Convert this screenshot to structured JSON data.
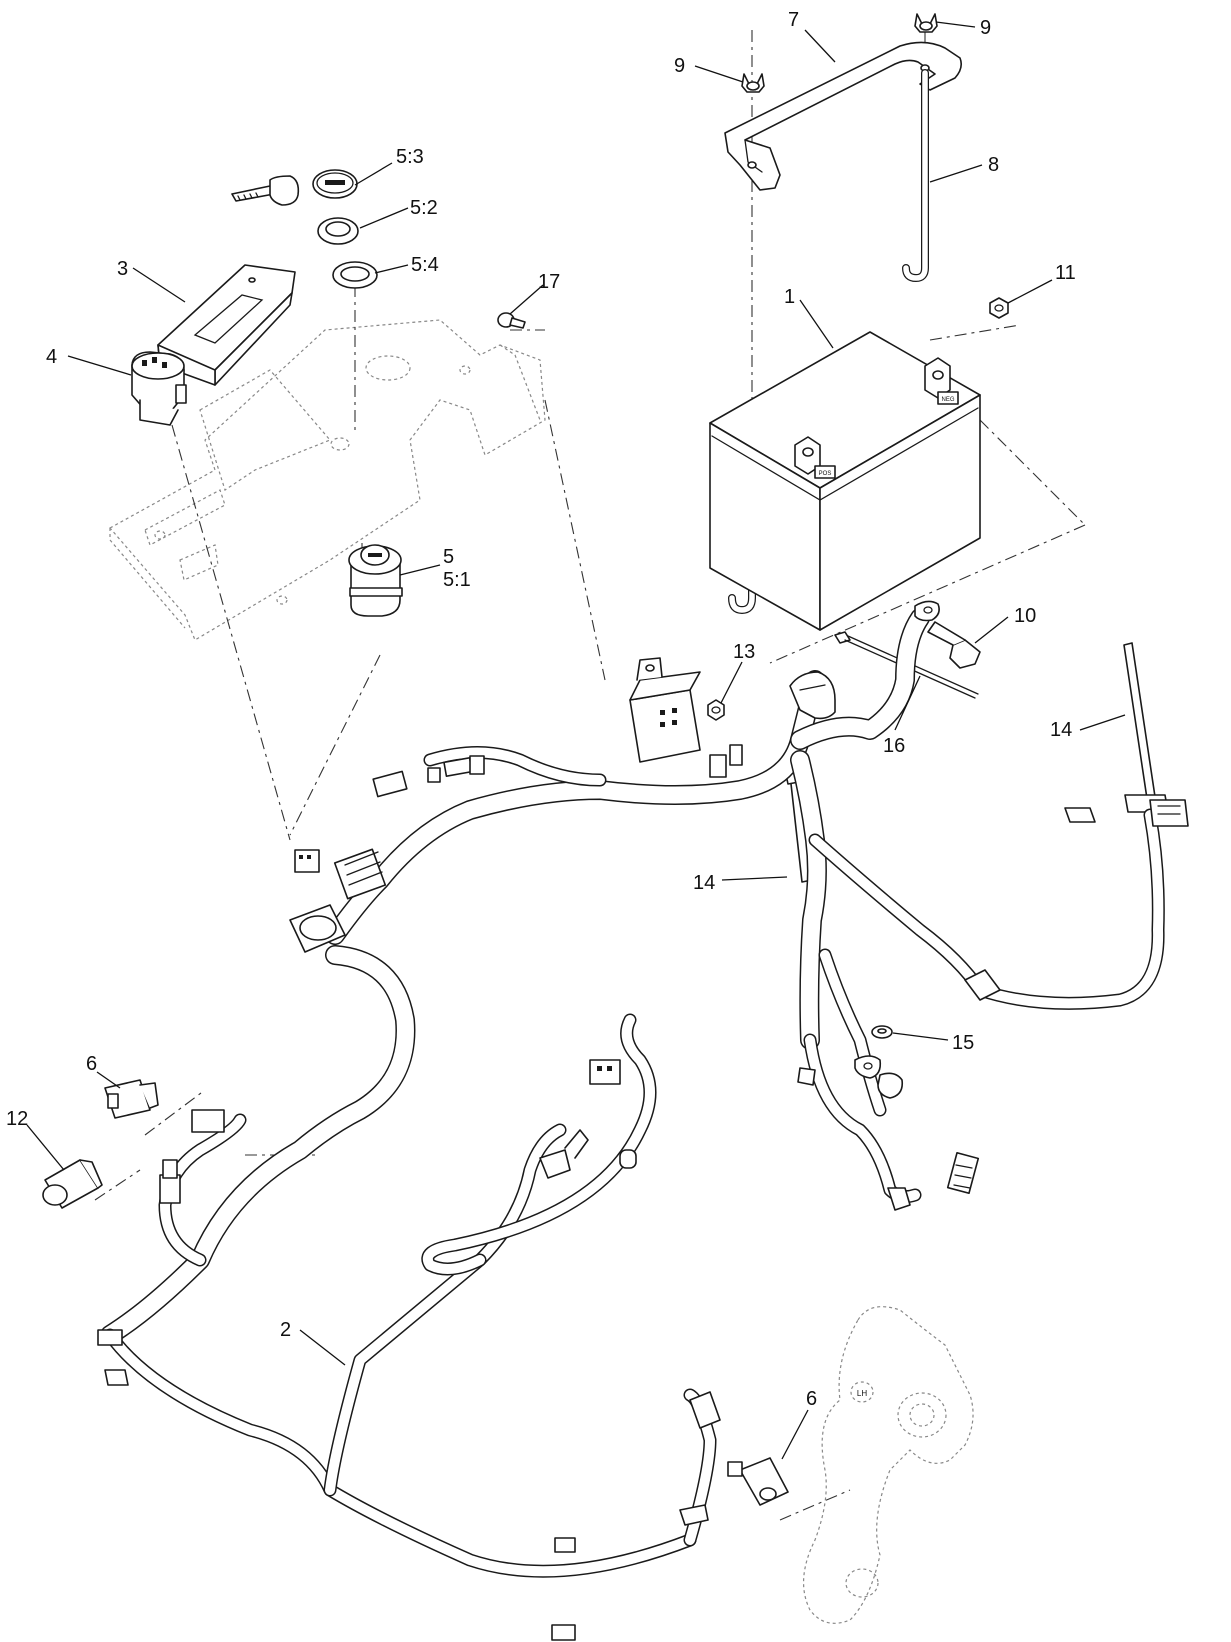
{
  "callouts": {
    "c7": "7",
    "c9a": "9",
    "c9b": "9",
    "c8": "8",
    "c53": "5:3",
    "c52": "5:2",
    "c54": "5:4",
    "c3": "3",
    "c17": "17",
    "c11": "11",
    "c1": "1",
    "c4": "4",
    "c5": "5",
    "c51": "5:1",
    "c10": "10",
    "c13": "13",
    "c16": "16",
    "c14a": "14",
    "c14b": "14",
    "c15": "15",
    "c6a": "6",
    "c12": "12",
    "c2": "2",
    "c6b": "6"
  },
  "part_marks": {
    "terminal_neg": "NEG",
    "terminal_pos": "POS",
    "bracket_side": "LH"
  }
}
